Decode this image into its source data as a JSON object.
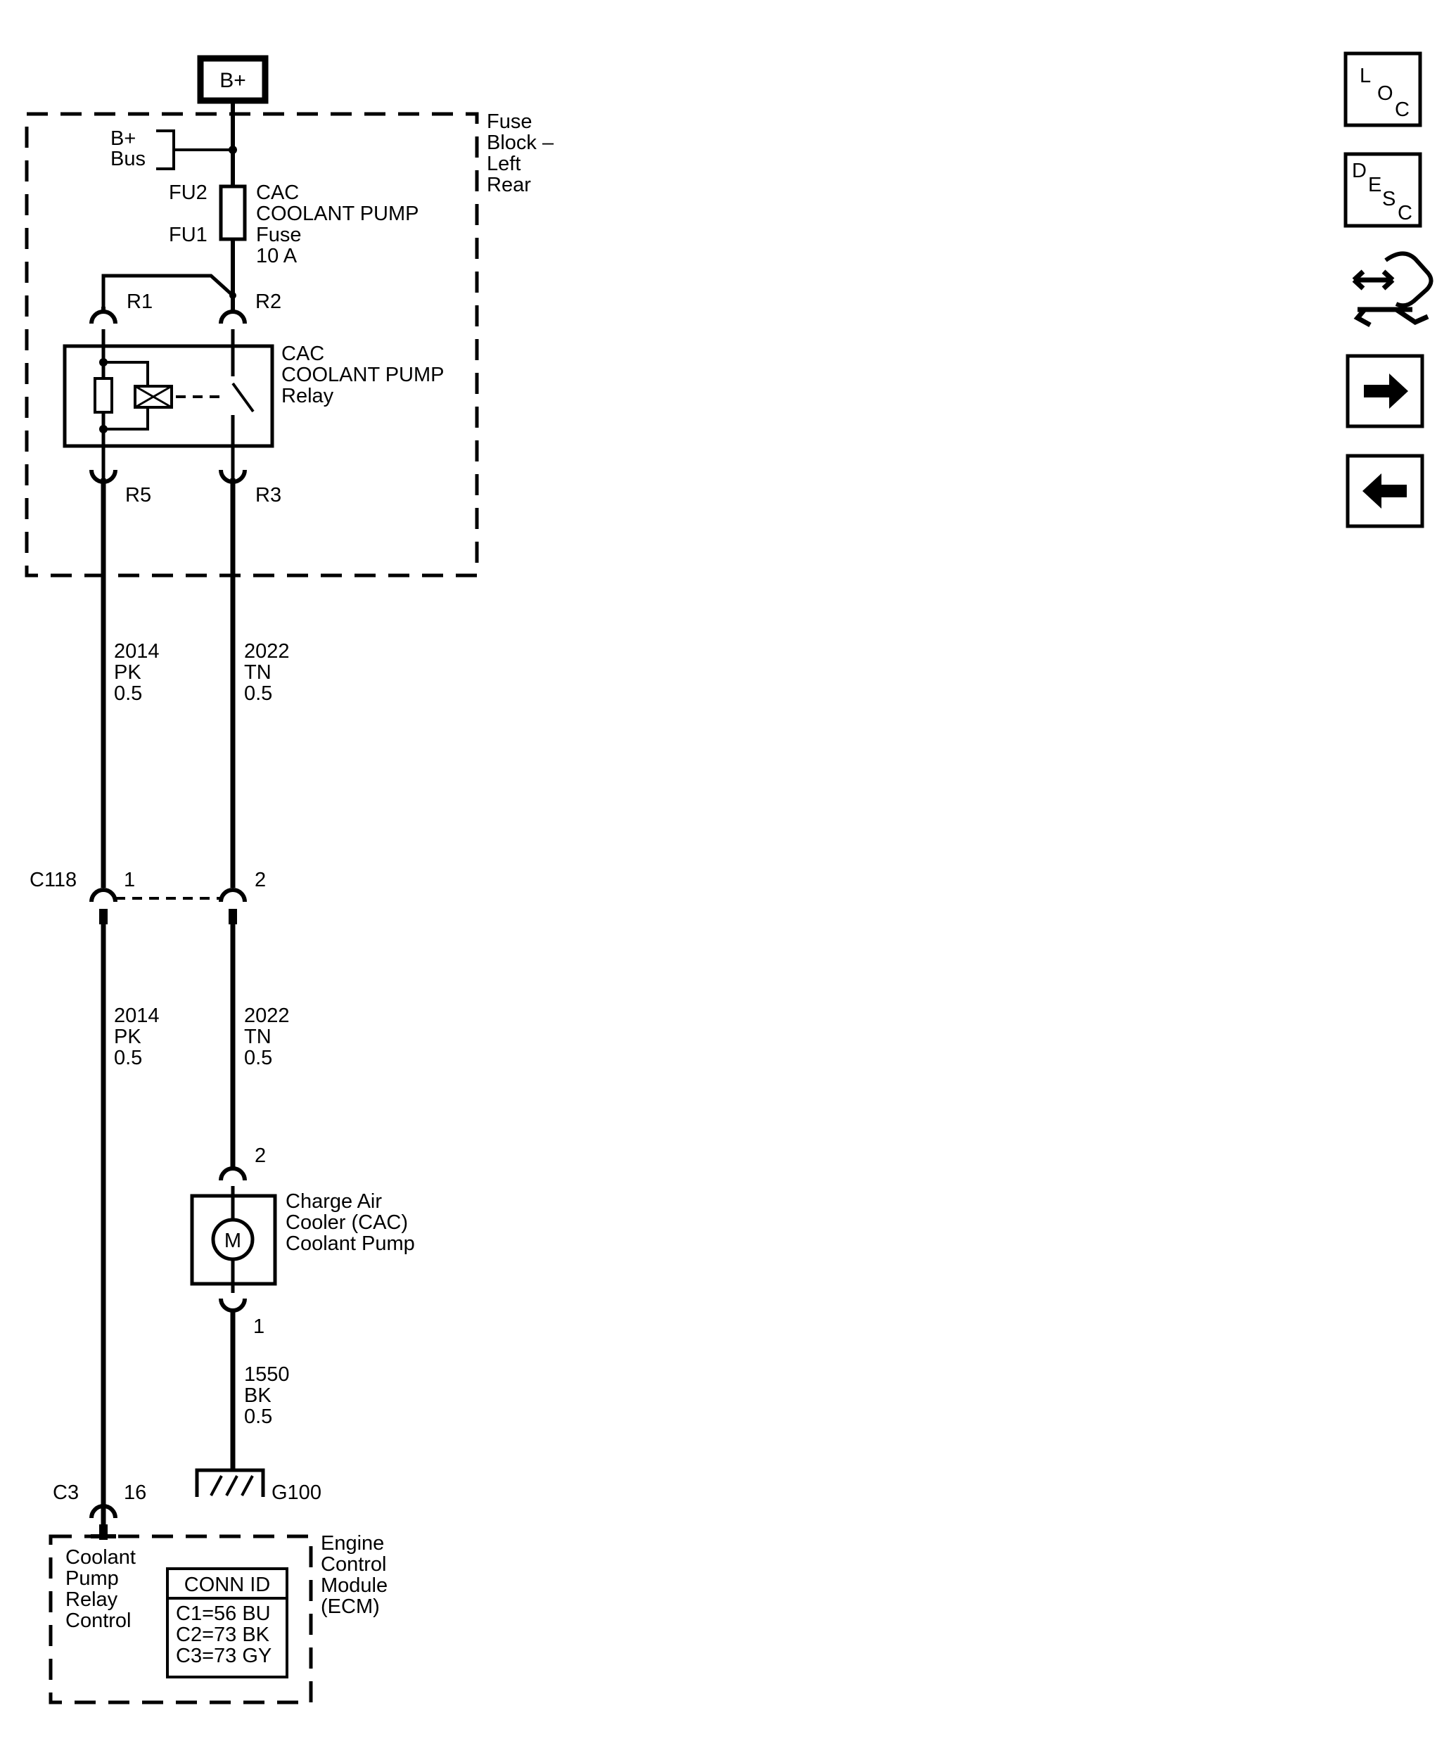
{
  "power": {
    "source": "B+",
    "bus_line1": "B+",
    "bus_line2": "Bus"
  },
  "fuse_block": {
    "line1": "Fuse",
    "line2": "Block –",
    "line3": "Left",
    "line4": "Rear"
  },
  "fuse": {
    "fu2": "FU2",
    "fu1": "FU1",
    "line1": "CAC",
    "line2": "COOLANT PUMP",
    "line3": "Fuse",
    "line4": "10 A"
  },
  "relay": {
    "line1": "CAC",
    "line2": "COOLANT PUMP",
    "line3": "Relay",
    "r1": "R1",
    "r2": "R2",
    "r3": "R3",
    "r5": "R5"
  },
  "wires": {
    "left_upper": {
      "circuit": "2014",
      "color": "PK",
      "size": "0.5"
    },
    "right_upper": {
      "circuit": "2022",
      "color": "TN",
      "size": "0.5"
    },
    "left_lower": {
      "circuit": "2014",
      "color": "PK",
      "size": "0.5"
    },
    "right_lower": {
      "circuit": "2022",
      "color": "TN",
      "size": "0.5"
    },
    "ground": {
      "circuit": "1550",
      "color": "BK",
      "size": "0.5"
    }
  },
  "c118": {
    "name": "C118",
    "pin1": "1",
    "pin2": "2"
  },
  "pump": {
    "pin_top": "2",
    "pin_bottom": "1",
    "motor": "M",
    "line1": "Charge Air",
    "line2": "Cooler (CAC)",
    "line3": "Coolant Pump"
  },
  "ground": {
    "name": "G100"
  },
  "ecm": {
    "conn": "C3",
    "pin": "16",
    "func1": "Coolant",
    "func2": "Pump",
    "func3": "Relay",
    "func4": "Control",
    "name1": "Engine",
    "name2": "Control",
    "name3": "Module",
    "name4": "(ECM)",
    "conn_id_title": "CONN ID",
    "conn_ids": [
      "C1=56 BU",
      "C2=73 BK",
      "C3=73 GY"
    ]
  },
  "nav": {
    "loc": {
      "l": "L",
      "o": "O",
      "c": "C"
    },
    "desc": {
      "d": "D",
      "e": "E",
      "s": "S",
      "c": "C"
    },
    "next_icon": "arrow-right-icon",
    "prev_icon": "arrow-left-icon",
    "connector_icon": "connector-tool-icon"
  }
}
